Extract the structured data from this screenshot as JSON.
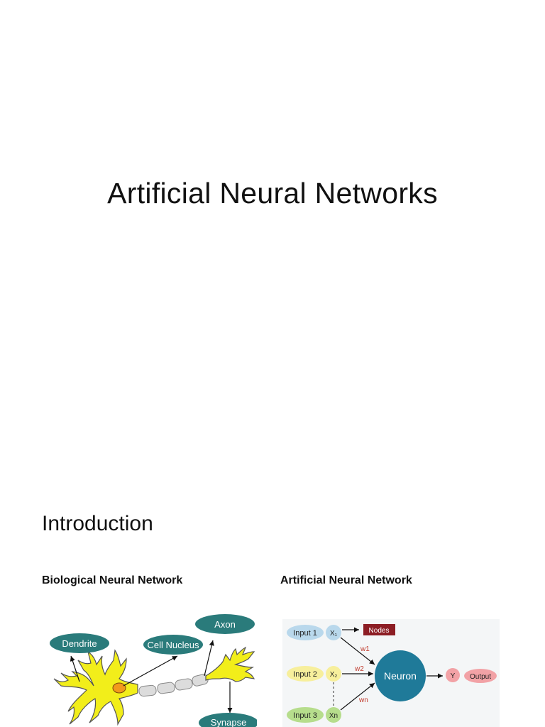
{
  "title_slide": {
    "title": "Artificial Neural Networks"
  },
  "intro_slide": {
    "heading": "Introduction",
    "biological": {
      "heading": "Biological Neural Network",
      "labels": {
        "dendrite": "Dendrite",
        "cell_nucleus": "Cell Nucleus",
        "axon": "Axon",
        "synapse": "Synapse"
      }
    },
    "artificial": {
      "heading": "Artificial Neural Network",
      "labels": {
        "input1": "Input 1",
        "input2": "Input 2",
        "input3": "Input 3",
        "x1": "X₁",
        "x2": "X₂",
        "xn": "Xn",
        "nodes": "Nodes",
        "w1": "w1",
        "w2": "w2",
        "wn": "wn",
        "neuron": "Neuron",
        "y": "Y",
        "output": "Output"
      }
    }
  },
  "colors": {
    "teal": "#2a7b7b",
    "neuron_blue": "#1f7a99",
    "cell_yellow": "#f2ee1a",
    "nucleus_orange": "#f29a1c",
    "input1_blue": "#b9d8ec",
    "input2_yellow": "#f7ef9c",
    "input3_green": "#b6dd8c",
    "nodes_red": "#8c1d24",
    "output_pink": "#f2a2a6",
    "weight_red": "#c0392b"
  }
}
